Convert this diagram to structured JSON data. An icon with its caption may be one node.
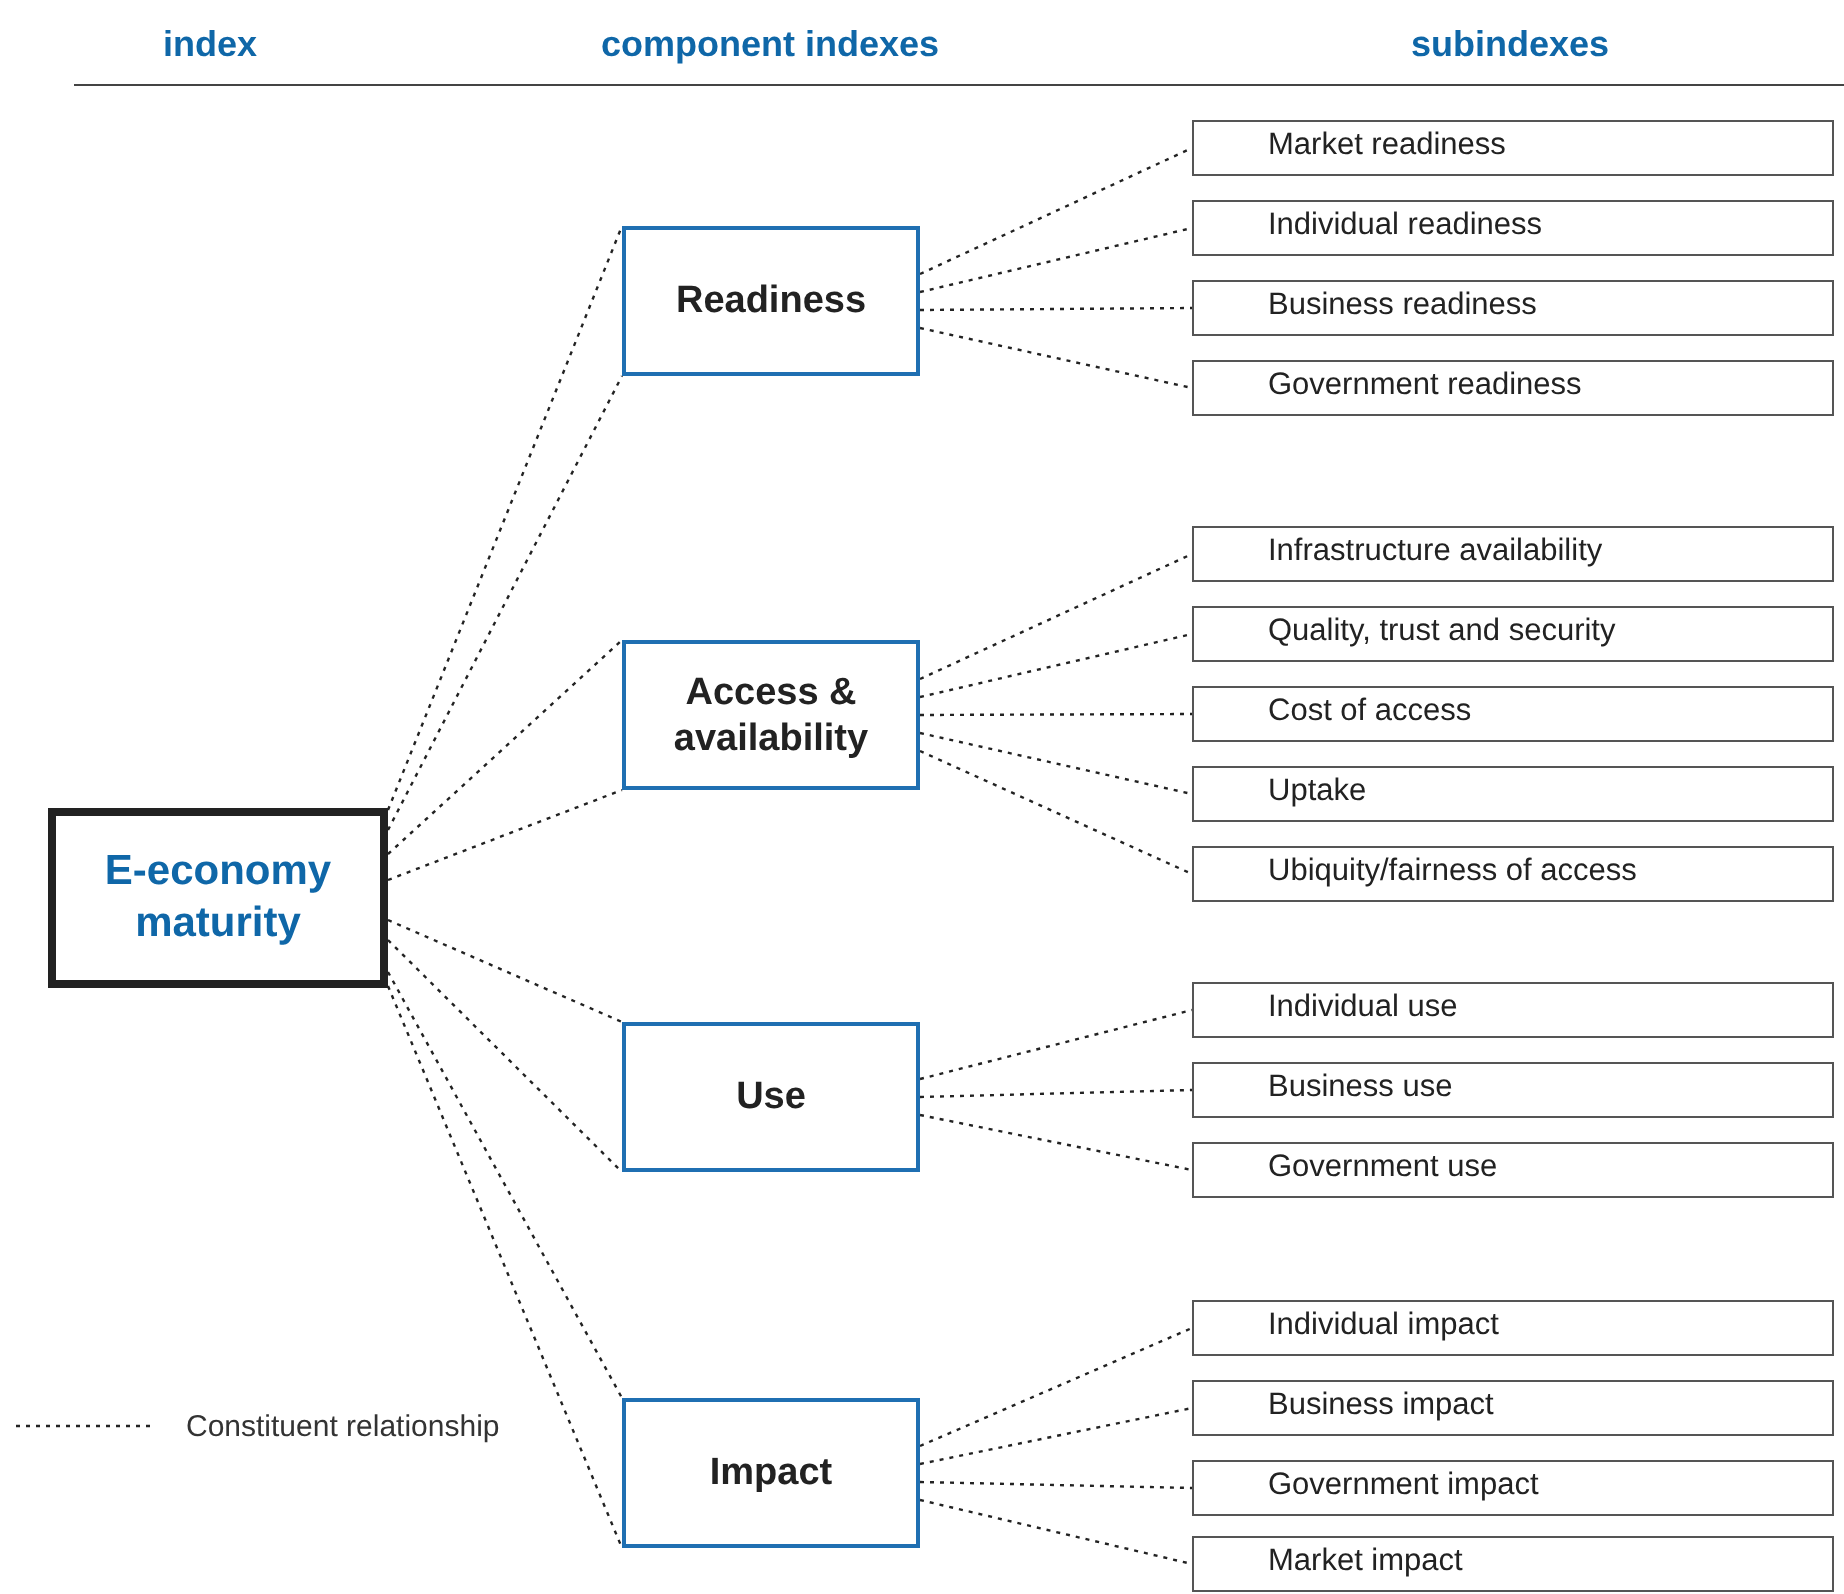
{
  "diagram": {
    "nodes": [
      {
        "text": [
          "E-economy maturity"
        ]
      },
      {
        "text": [
          "Readiness"
        ]
      },
      {
        "text": [
          "Market readiness"
        ]
      },
      {
        "text": [
          "Individual readiness"
        ]
      },
      {
        "text": [
          "Business readiness"
        ]
      },
      {
        "text": [
          "Government readiness"
        ]
      },
      {
        "text": [
          "Access & availability"
        ]
      },
      {
        "text": [
          "Infrastructure availability"
        ]
      },
      {
        "text": [
          "Quality, trust and security"
        ]
      },
      {
        "text": [
          "Cost of access"
        ]
      },
      {
        "text": [
          "Uptake"
        ]
      },
      {
        "text": [
          "Ubiquity/fairness of access"
        ]
      },
      {
        "text": [
          "Use"
        ]
      },
      {
        "text": [
          "Individual use"
        ]
      },
      {
        "text": [
          "Business use"
        ]
      },
      {
        "text": [
          "Government use"
        ]
      },
      {
        "text": [
          "Impact"
        ]
      },
      {
        "text": [
          "Individual impact"
        ]
      },
      {
        "text": [
          "Business impact"
        ]
      },
      {
        "text": [
          "Government impact"
        ]
      },
      {
        "text": [
          "Market impact"
        ]
      }
    ],
    "edges": [
      {
        "from": 0,
        "to": 1,
        "arrow": "none"
      },
      {
        "from": 0,
        "to": 1,
        "arrow": "none"
      },
      {
        "from": 0,
        "to": 6,
        "arrow": "none"
      },
      {
        "from": 0,
        "to": 6,
        "arrow": "none"
      },
      {
        "from": 0,
        "to": 12,
        "arrow": "none"
      },
      {
        "from": 0,
        "to": 12,
        "arrow": "none"
      },
      {
        "from": 0,
        "to": 16,
        "arrow": "none"
      },
      {
        "from": 0,
        "to": 16,
        "arrow": "none"
      },
      {
        "from": 1,
        "to": 2,
        "arrow": "none"
      },
      {
        "from": 1,
        "to": 3,
        "arrow": "none"
      },
      {
        "from": 1,
        "to": 4,
        "arrow": "none"
      },
      {
        "from": 1,
        "to": 5,
        "arrow": "none"
      },
      {
        "from": 6,
        "to": 7,
        "arrow": "none"
      },
      {
        "from": 6,
        "to": 8,
        "arrow": "none"
      },
      {
        "from": 6,
        "to": 9,
        "arrow": "none"
      },
      {
        "from": 6,
        "to": 10,
        "arrow": "none"
      },
      {
        "from": 6,
        "to": 11,
        "arrow": "none"
      },
      {
        "from": 12,
        "to": 13,
        "arrow": "none"
      },
      {
        "from": 12,
        "to": 14,
        "arrow": "none"
      },
      {
        "from": 12,
        "to": 15,
        "arrow": "none"
      },
      {
        "from": 16,
        "to": 17,
        "arrow": "none"
      },
      {
        "from": 16,
        "to": 18,
        "arrow": "none"
      },
      {
        "from": 16,
        "to": 19,
        "arrow": "none"
      },
      {
        "from": 16,
        "to": 20,
        "arrow": "none"
      }
    ],
    "labels": [
      "index",
      "component indexes",
      "subindexes"
    ],
    "legend": [
      {
        "text": "Constituent relationship"
      }
    ]
  }
}
